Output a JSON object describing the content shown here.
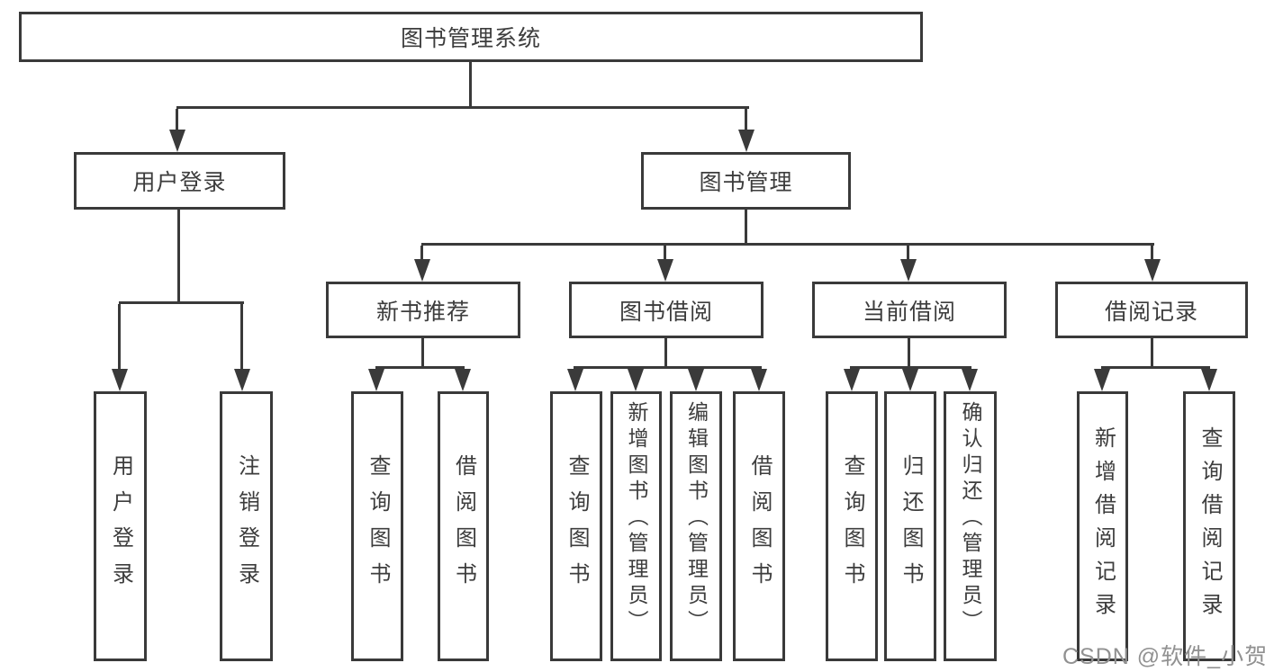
{
  "tree": {
    "root": {
      "label": "图书管理系统"
    },
    "branches": [
      {
        "label": "用户登录",
        "children": [
          {
            "label": "用户登录"
          },
          {
            "label": "注销登录"
          }
        ]
      },
      {
        "label": "图书管理",
        "children": [
          {
            "label": "新书推荐",
            "children": [
              {
                "label": "查询图书"
              },
              {
                "label": "借阅图书"
              }
            ]
          },
          {
            "label": "图书借阅",
            "children": [
              {
                "label": "查询图书"
              },
              {
                "label": "新增图书（管理员）"
              },
              {
                "label": "编辑图书（管理员）"
              },
              {
                "label": "借阅图书"
              }
            ]
          },
          {
            "label": "当前借阅",
            "children": [
              {
                "label": "查询图书"
              },
              {
                "label": "归还图书"
              },
              {
                "label": "确认归还（管理员）"
              }
            ]
          },
          {
            "label": "借阅记录",
            "children": [
              {
                "label": "新增借阅记录"
              },
              {
                "label": "查询借阅记录"
              }
            ]
          }
        ]
      }
    ]
  },
  "watermark": {
    "text": "CSDN @软件_小贺同学"
  },
  "colors": {
    "line": "#3a3a3a",
    "text": "#3d3d3d",
    "watermark_text": "#919191",
    "background": "#ffffff"
  }
}
